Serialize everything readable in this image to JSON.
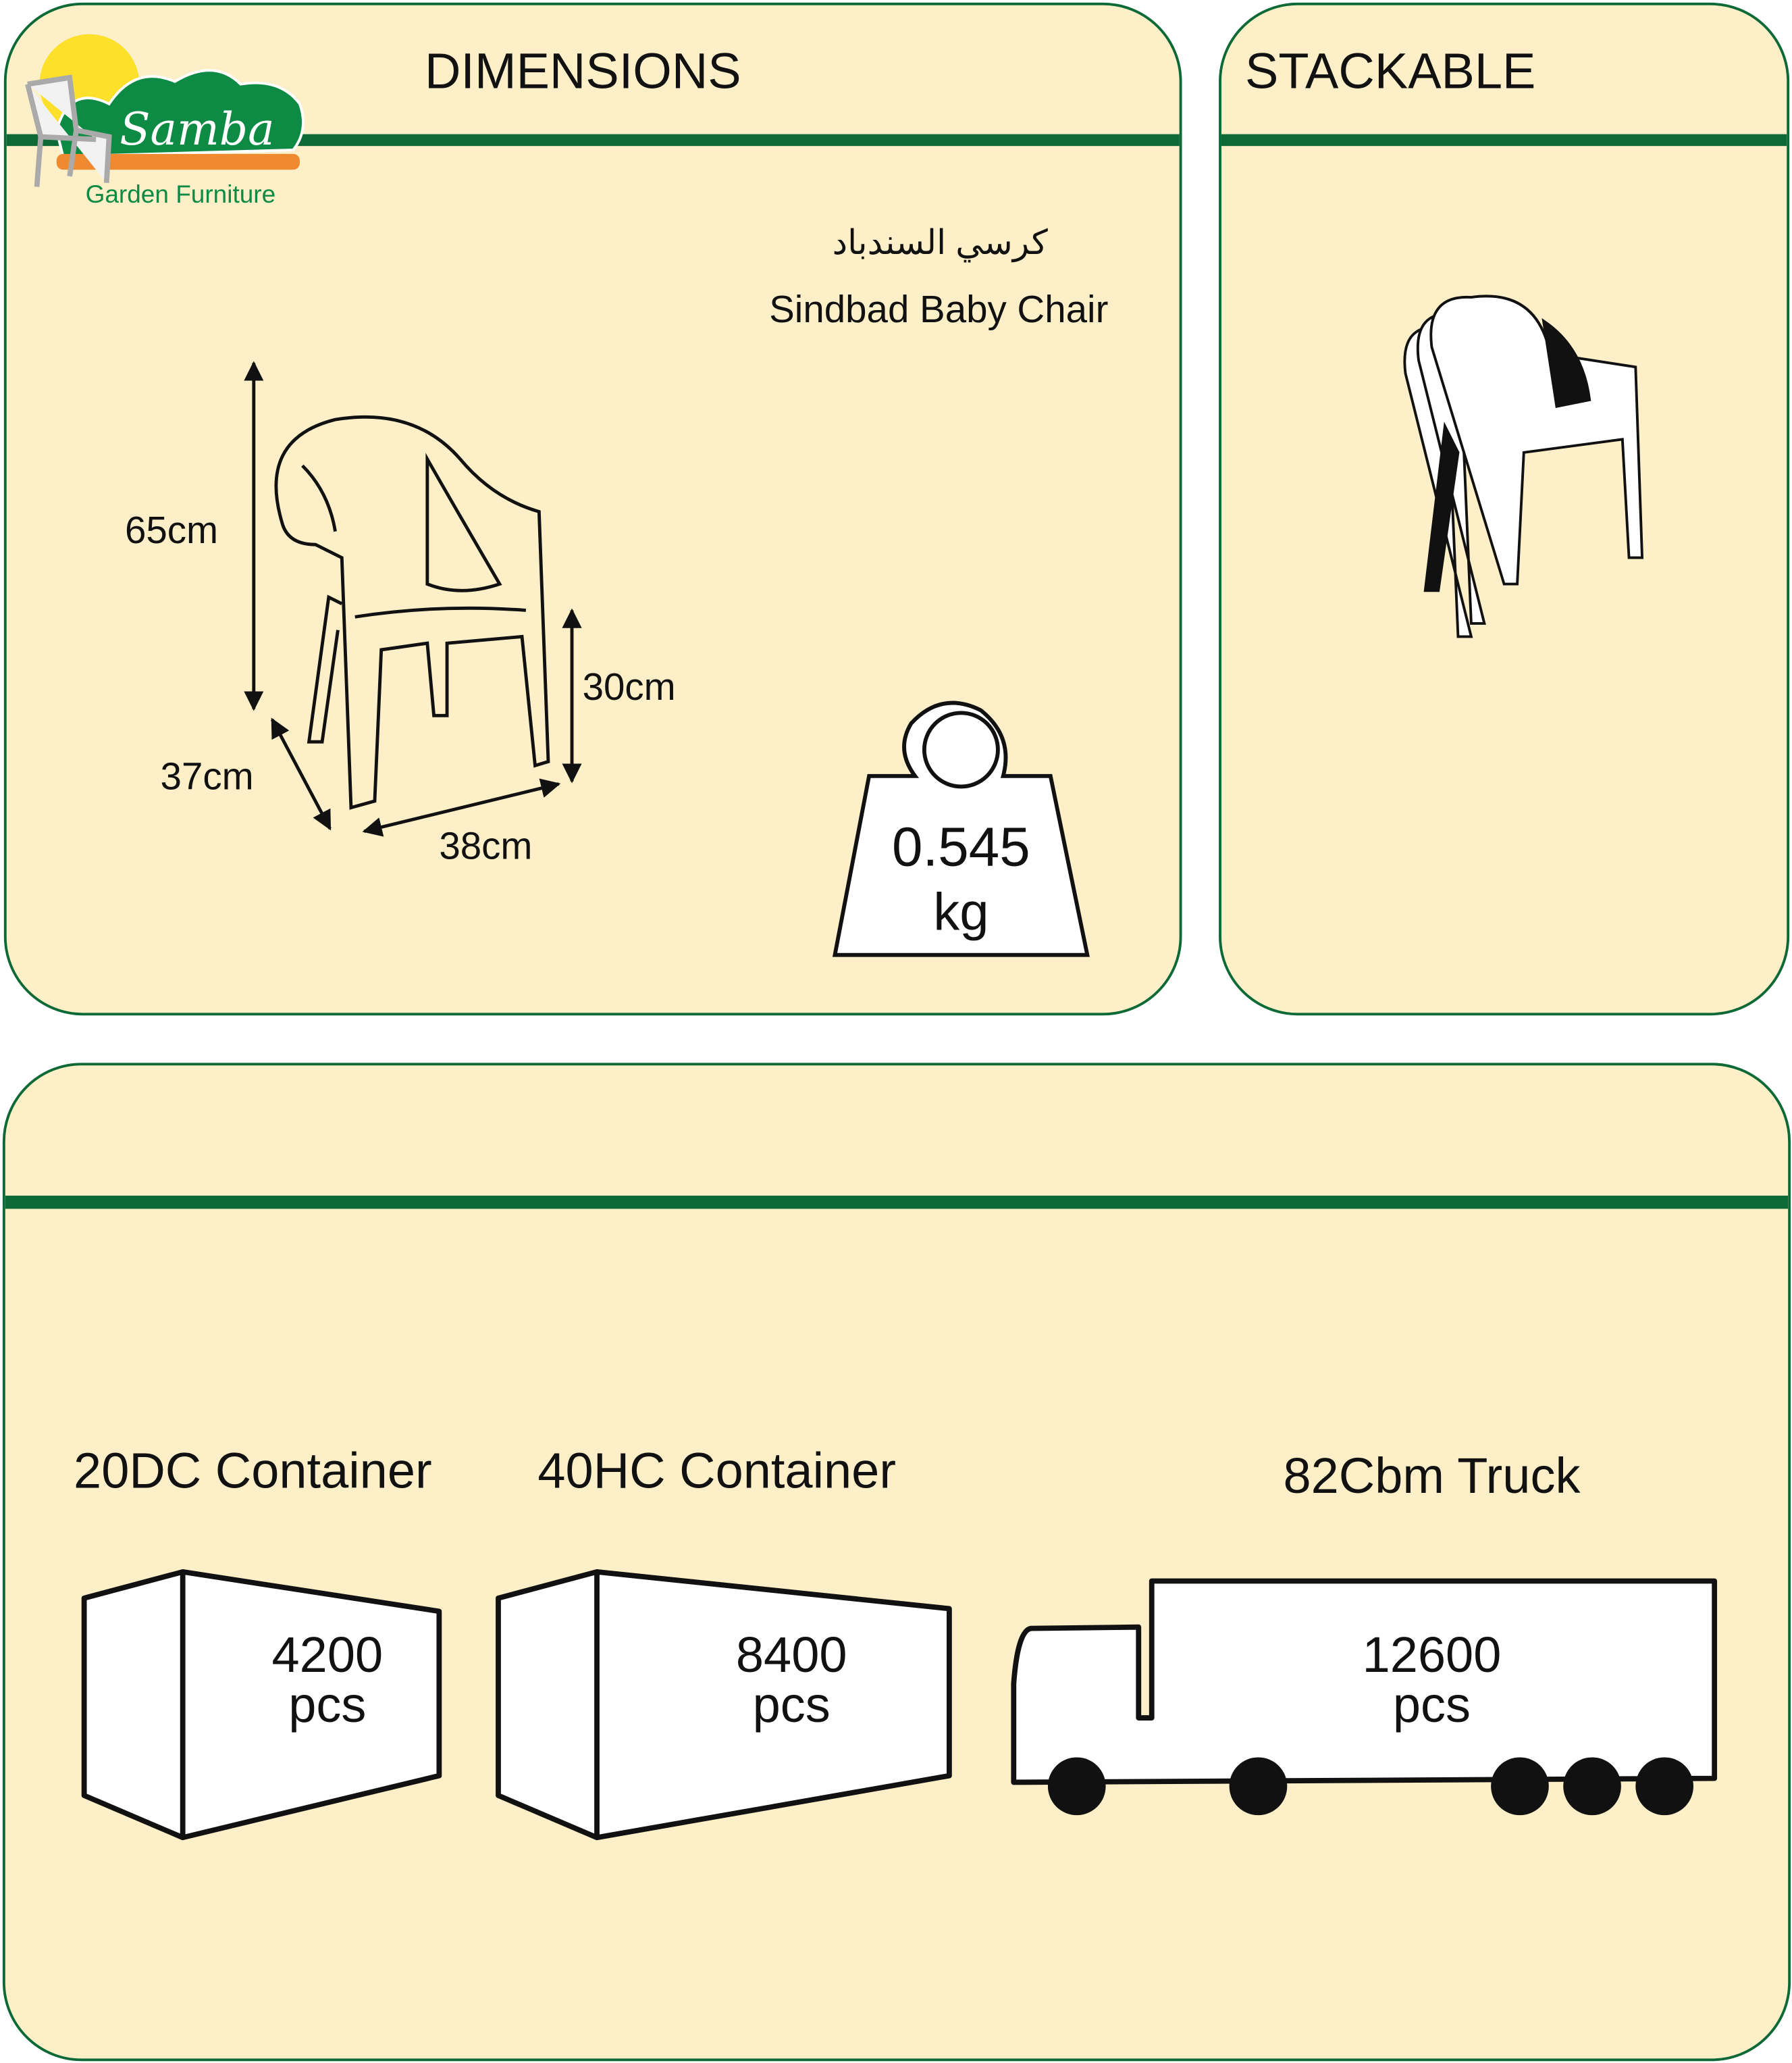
{
  "brand": {
    "name": "Samba",
    "tagline": "Garden Furniture",
    "colors": {
      "green": "#0d6a37",
      "cream": "#fdefc8",
      "sun": "#fde02a",
      "stone": "#f08a30"
    }
  },
  "dimensions": {
    "title": "DIMENSIONS",
    "product_ar": "كرسي السندباد",
    "product_en": "Sindbad Baby Chair",
    "height": "65cm",
    "seat_height": "30cm",
    "depth": "37cm",
    "width": "38cm",
    "weight_value": "0.545",
    "weight_unit": "kg"
  },
  "stackable": {
    "title": "STACKABLE"
  },
  "shipping": [
    {
      "label": "20DC Container",
      "qty": "4200",
      "unit": "pcs"
    },
    {
      "label": "40HC Container",
      "qty": "8400",
      "unit": "pcs"
    },
    {
      "label": "82Cbm Truck",
      "qty": "12600",
      "unit": "pcs"
    }
  ]
}
